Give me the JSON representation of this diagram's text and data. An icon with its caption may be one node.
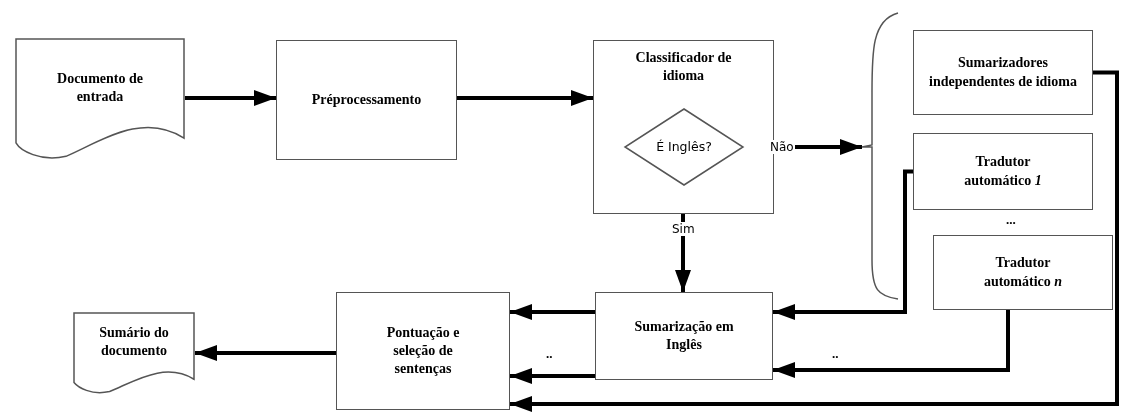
{
  "diagram": {
    "nodes": [
      {
        "text": [
          "Documento de entrada"
        ]
      },
      {
        "text": [
          "Préprocessamento"
        ]
      },
      {
        "text": [
          "Classificador de idioma"
        ]
      },
      {
        "text": [
          "É Inglês?"
        ],
        "in": 2
      },
      {
        "text": [],
        "shape": "brace"
      },
      {
        "text": [
          "Sumarizadores independentes de idioma"
        ]
      },
      {
        "text": [
          "Tradutor automático *1*"
        ]
      },
      {
        "text": [
          "Tradutor automático *n*"
        ]
      },
      {
        "text": [
          "Sumarização em Inglês"
        ]
      },
      {
        "text": [
          "Pontuação e seleção de sentenças"
        ]
      },
      {
        "text": [
          "Sumário do documento"
        ]
      }
    ],
    "edges": [
      {
        "from": 0,
        "to": 1,
        "arrow": "to"
      },
      {
        "from": 1,
        "to": 2,
        "arrow": "to"
      },
      {
        "from": 3,
        "to": 4,
        "arrow": "to",
        "label": "Não"
      },
      {
        "from": 3,
        "to": 8,
        "arrow": "to",
        "label": "Sim"
      },
      {
        "from": 6,
        "to": 8,
        "arrow": "to"
      },
      {
        "from": 7,
        "to": 8,
        "arrow": "to"
      },
      {
        "from": 8,
        "to": 9,
        "arrow": "to"
      },
      {
        "from": 8,
        "to": 9,
        "arrow": "to"
      },
      {
        "from": 5,
        "to": 9,
        "arrow": "to"
      },
      {
        "from": 9,
        "to": 10,
        "arrow": "to"
      }
    ],
    "labels": [
      "...",
      "..",
      ".."
    ]
  }
}
